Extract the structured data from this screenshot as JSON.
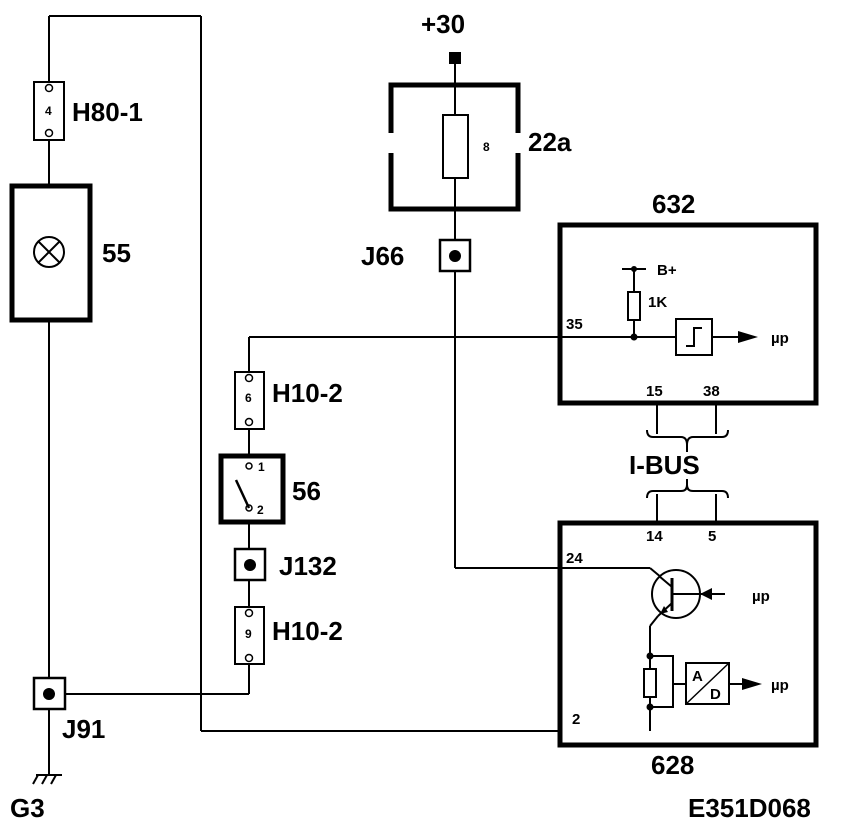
{
  "supply_label": "+30",
  "fuse_box": {
    "label": "22a",
    "fuse_number": "8"
  },
  "connectors": {
    "h80": {
      "label": "H80-1",
      "pin": "4"
    },
    "h10_top": {
      "label": "H10-2",
      "pin": "6"
    },
    "h10_bottom": {
      "label": "H10-2",
      "pin": "9"
    }
  },
  "lamp": {
    "label": "55"
  },
  "switch": {
    "label": "56",
    "pin1": "1",
    "pin2": "2"
  },
  "junctions": {
    "j66": "J66",
    "j132": "J132",
    "j91": "J91"
  },
  "ground": {
    "label": "G3"
  },
  "module_632": {
    "label": "632",
    "supply": "B+",
    "resistor": "1K",
    "pin_in": "35",
    "pin_a": "15",
    "pin_b": "38",
    "output": "µp"
  },
  "bus": {
    "label": "I-BUS"
  },
  "module_628": {
    "label": "628",
    "pin_a": "14",
    "pin_b": "5",
    "pin_supply": "24",
    "pin_ground": "2",
    "transistor_input": "µp",
    "adc_a": "A",
    "adc_d": "D",
    "adc_output": "µp"
  },
  "drawing_code": "E351D068"
}
